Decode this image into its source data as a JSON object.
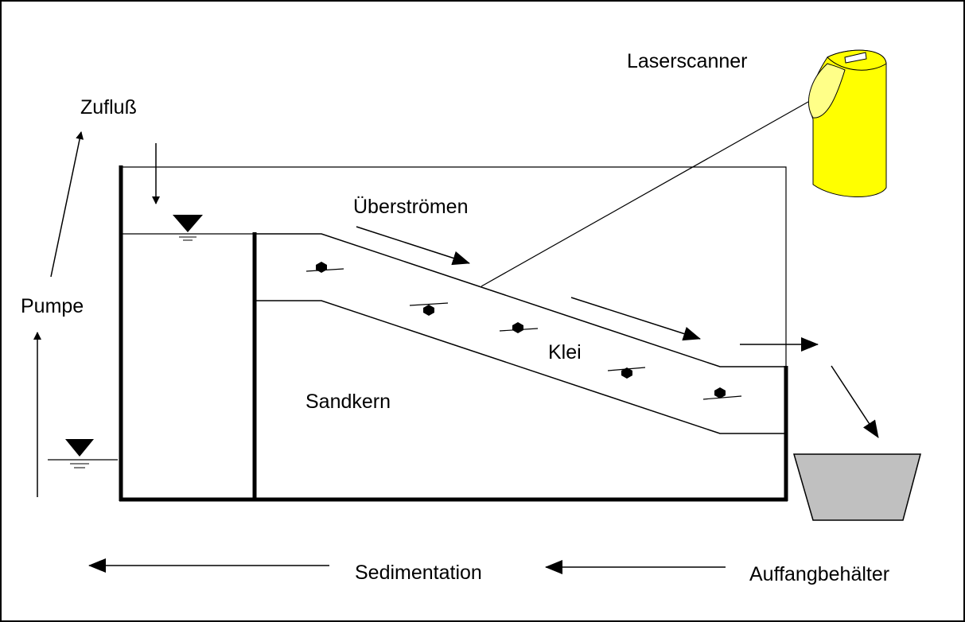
{
  "labels": {
    "laserscanner": "Laserscanner",
    "zufluss": "Zufluß",
    "ueberstroemen": "Überströmen",
    "pumpe": "Pumpe",
    "klei": "Klei",
    "sandkern": "Sandkern",
    "sedimentation": "Sedimentation",
    "auffangbehaelter": "Auffangbehälter"
  },
  "colors": {
    "line": "#000000",
    "scanner_fill": "#ffff00",
    "scanner_face": "#ffff88",
    "container_fill": "#c0c0c0"
  },
  "icons": [
    "water-level-icon",
    "stone-marker-icon",
    "arrow-icon",
    "laserscanner-icon",
    "collection-container-icon"
  ]
}
